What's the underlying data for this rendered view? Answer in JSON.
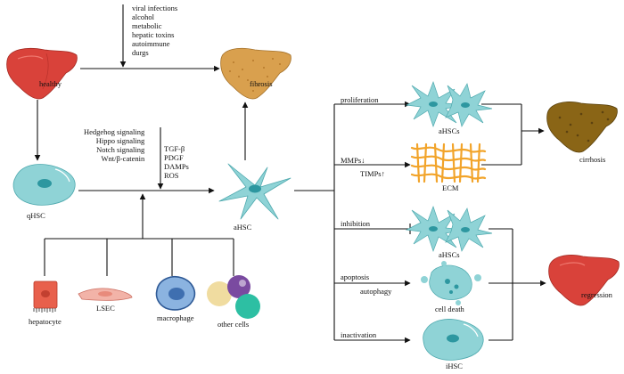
{
  "labels": {
    "healthy": "healthy",
    "fibrosis": "fibrosis",
    "qhsc": "qHSC",
    "ahsc_center": "aHSC",
    "ahscs_top": "aHSCs",
    "ecm": "ECM",
    "cirrhosis": "cirrhosis",
    "ahscs_bottom": "aHSCs",
    "cell_death": "cell death",
    "ihsc": "iHSC",
    "regression": "regression",
    "hepatocyte": "hepatocyte",
    "lsec": "LSEC",
    "macrophage": "macrophage",
    "other_cells": "other cells"
  },
  "causes": [
    "viral infections",
    "alcohol",
    "metabolic",
    "hepatic toxins",
    "autoimmune",
    "durgs"
  ],
  "signaling_pathways": [
    "Hedgehog signaling",
    "Hippo signaling",
    "Notch signaling",
    "Wnt/β-catenin"
  ],
  "factors": [
    "TGF-β",
    "PDGF",
    "DAMPs",
    "ROS"
  ],
  "processes": {
    "proliferation": "proliferation",
    "mmps": "MMPs↓",
    "timps": "TIMPs↑",
    "inhibition": "inhibition",
    "apoptosis": "apoptosis",
    "autophagy": "autophagy",
    "inactivation": "inactivation"
  },
  "colors": {
    "liver_healthy": "#d9423a",
    "liver_fibrosis": "#d9a04e",
    "liver_cirrhosis": "#8a6516",
    "stellate_cell": "#8fd3d6",
    "ecm": "#f2a42a",
    "hepatocyte": "#e8604c",
    "macrophage": "#3f6fb0",
    "other_cell_purple": "#7a4aa0",
    "other_cell_teal": "#2dbfa3",
    "other_cell_yellow": "#f0dca0"
  }
}
